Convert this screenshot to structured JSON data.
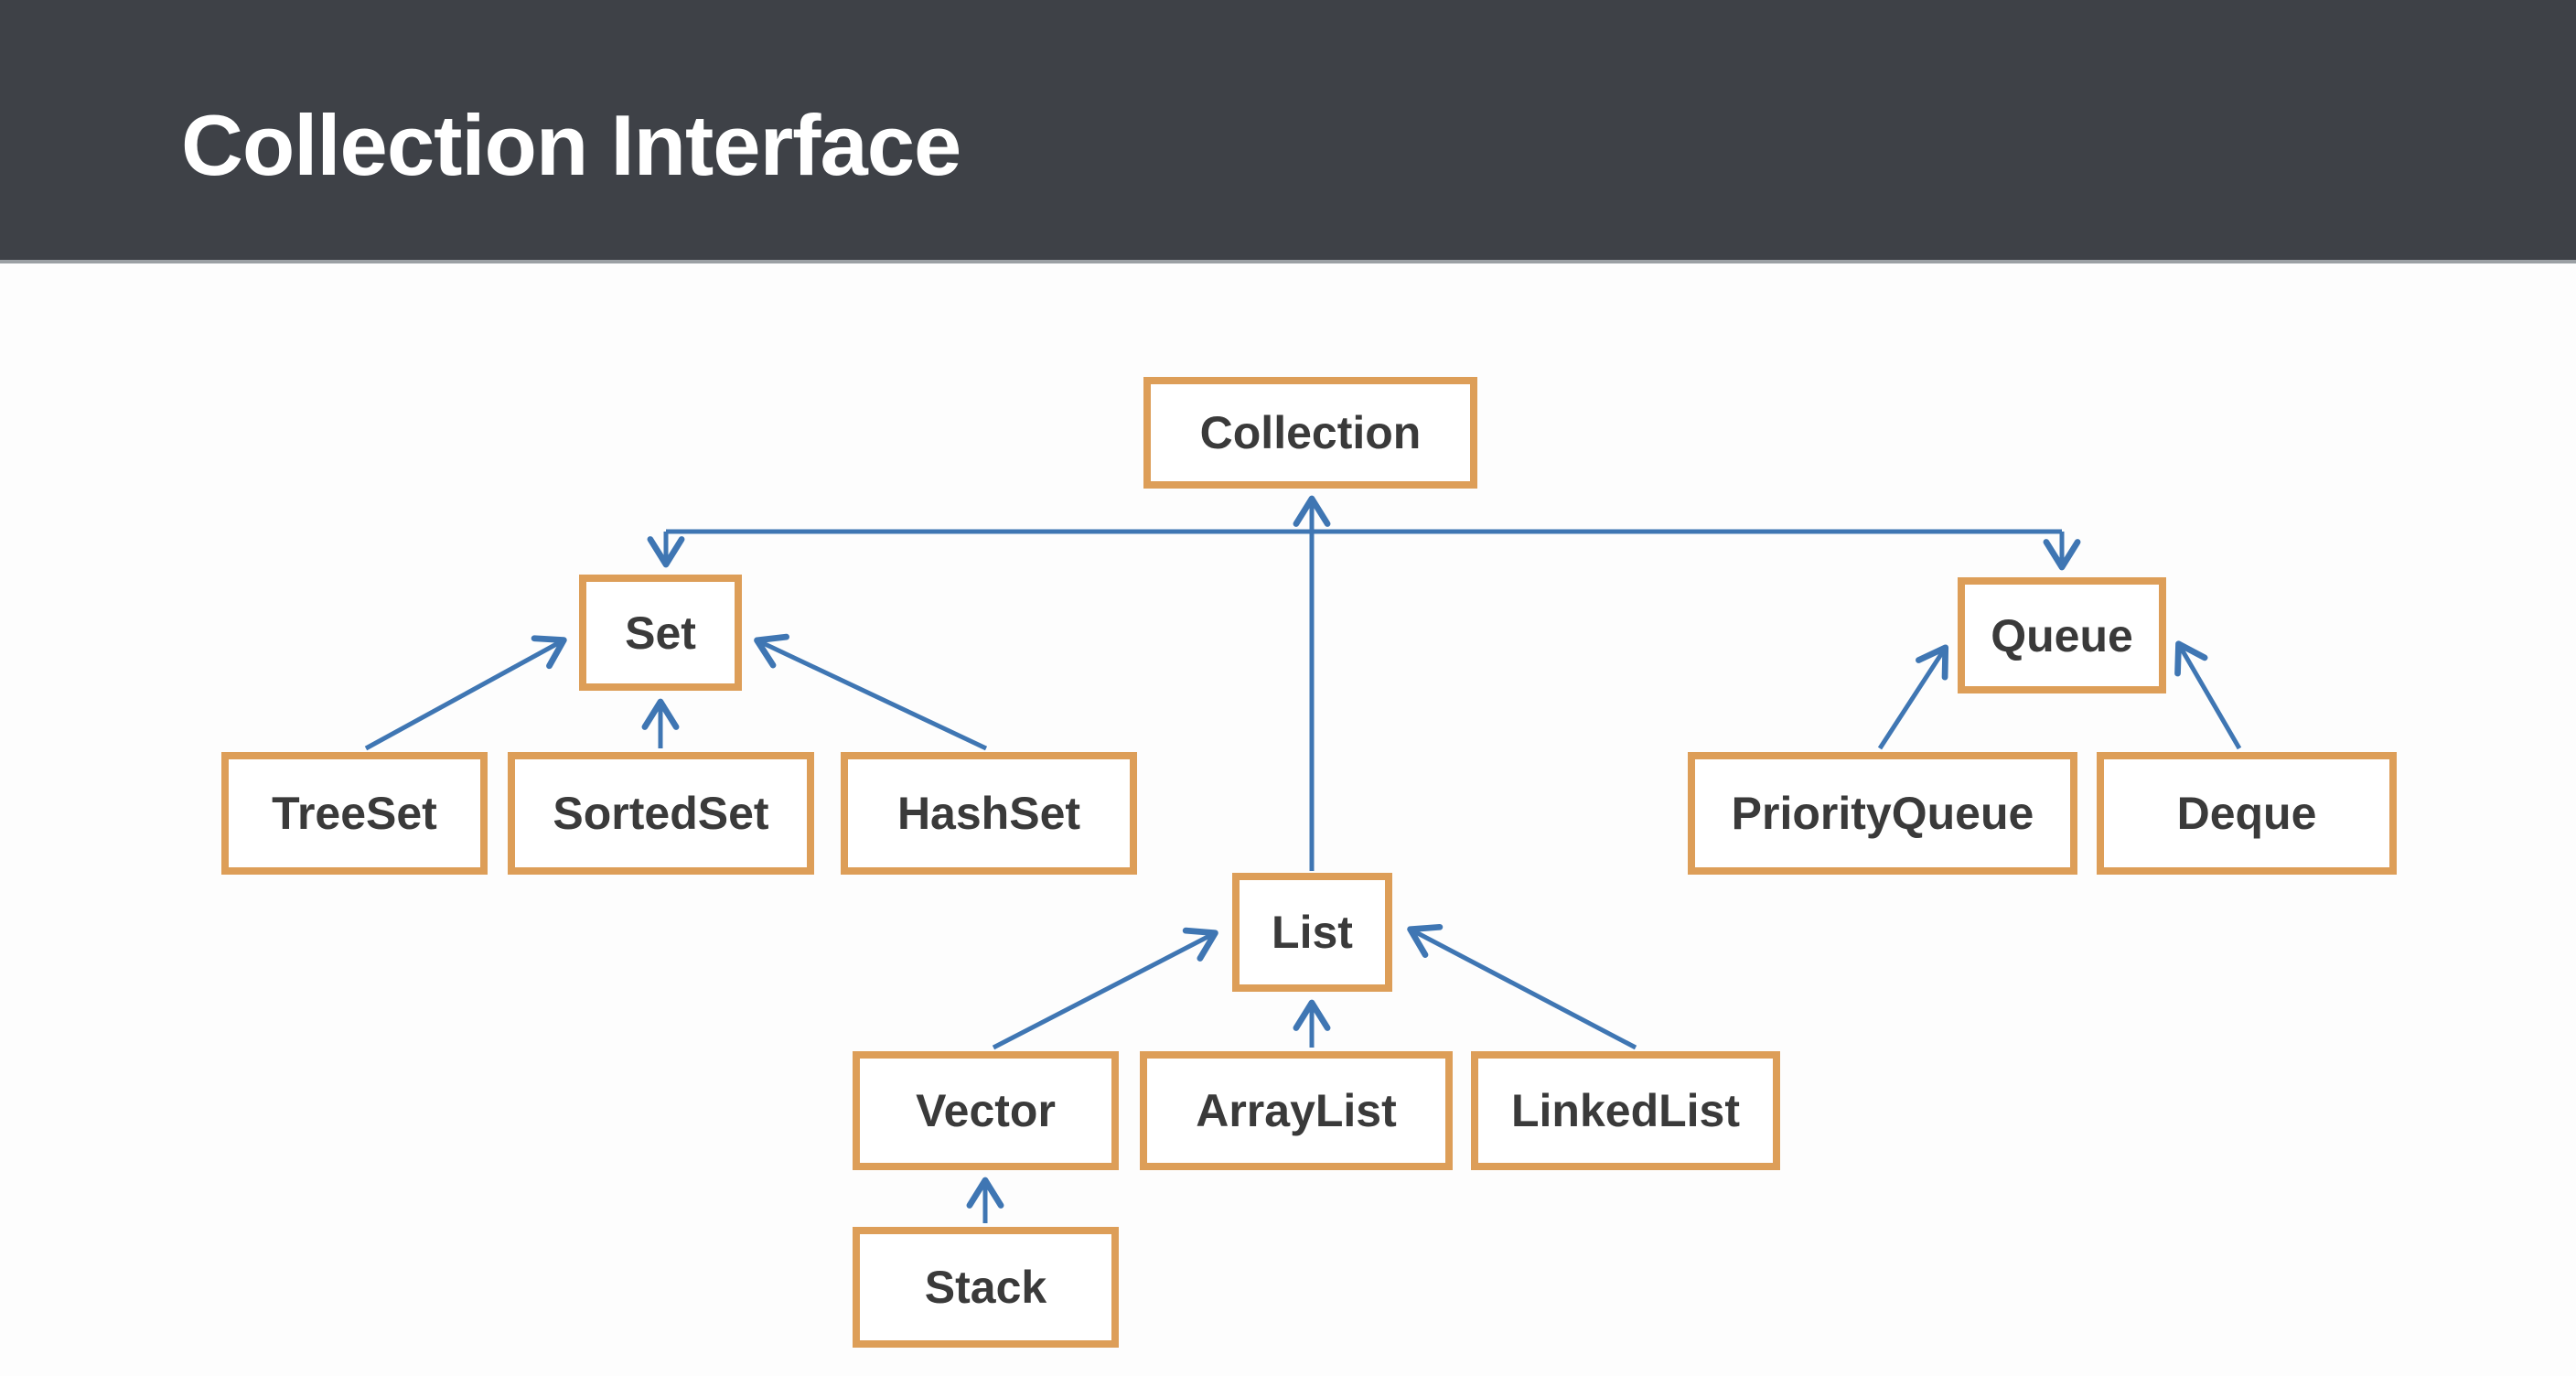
{
  "header": {
    "title": "Collection Interface"
  },
  "colors": {
    "header_bg": "#3e4147",
    "header_divider": "#9ba0a4",
    "canvas_bg": "#fdfdfd",
    "box_border": "#dd9e58",
    "box_fill": "#ffffff",
    "label_text": "#3a3a3a",
    "title_text": "#ffffff",
    "arrow": "#3f76b3"
  },
  "diagram": {
    "nodes": {
      "collection": {
        "label": "Collection"
      },
      "set": {
        "label": "Set"
      },
      "queue": {
        "label": "Queue"
      },
      "treeset": {
        "label": "TreeSet"
      },
      "sortedset": {
        "label": "SortedSet"
      },
      "hashset": {
        "label": "HashSet"
      },
      "priorityqueue": {
        "label": "PriorityQueue"
      },
      "deque": {
        "label": "Deque"
      },
      "list": {
        "label": "List"
      },
      "vector": {
        "label": "Vector"
      },
      "arraylist": {
        "label": "ArrayList"
      },
      "linkedlist": {
        "label": "LinkedList"
      },
      "stack": {
        "label": "Stack"
      }
    },
    "edges": [
      {
        "from": "Collection",
        "to": "Set",
        "arrow_points_at": "Set"
      },
      {
        "from": "Collection",
        "to": "Queue",
        "arrow_points_at": "Queue"
      },
      {
        "from": "List",
        "to": "Collection",
        "arrow_points_at": "Collection"
      },
      {
        "from": "TreeSet",
        "to": "Set",
        "arrow_points_at": "Set"
      },
      {
        "from": "SortedSet",
        "to": "Set",
        "arrow_points_at": "Set"
      },
      {
        "from": "HashSet",
        "to": "Set",
        "arrow_points_at": "Set"
      },
      {
        "from": "PriorityQueue",
        "to": "Queue",
        "arrow_points_at": "Queue"
      },
      {
        "from": "Deque",
        "to": "Queue",
        "arrow_points_at": "Queue"
      },
      {
        "from": "Vector",
        "to": "List",
        "arrow_points_at": "List"
      },
      {
        "from": "ArrayList",
        "to": "List",
        "arrow_points_at": "List"
      },
      {
        "from": "LinkedList",
        "to": "List",
        "arrow_points_at": "List"
      },
      {
        "from": "Stack",
        "to": "Vector",
        "arrow_points_at": "Vector"
      }
    ]
  }
}
